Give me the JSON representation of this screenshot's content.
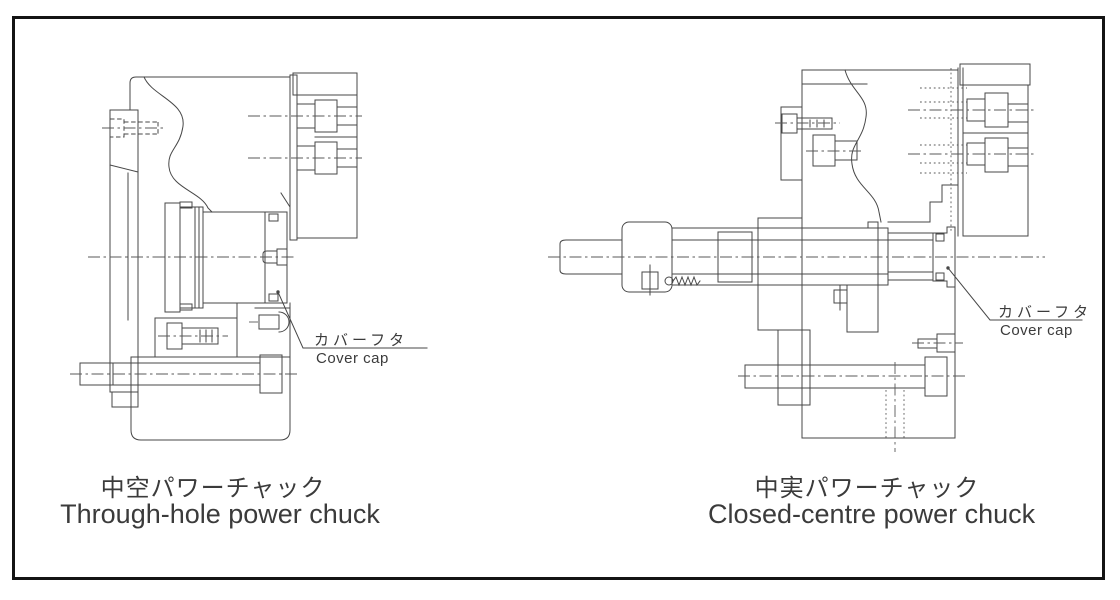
{
  "colors": {
    "line": "#474747",
    "centerline": "#5a5a5a",
    "highlight": "#f4eec2",
    "text": "#3b3b3b",
    "frame": "#141414",
    "background": "#ffffff"
  },
  "left_drawing": {
    "caption_jp": "中空パワーチャック",
    "caption_en": "Through-hole power chuck",
    "callout_jp": "カバーフタ",
    "callout_en": "Cover cap"
  },
  "right_drawing": {
    "caption_jp": "中実パワーチャック",
    "caption_en": "Closed-centre power chuck",
    "callout_jp": "カバーフタ",
    "callout_en": "Cover cap"
  }
}
